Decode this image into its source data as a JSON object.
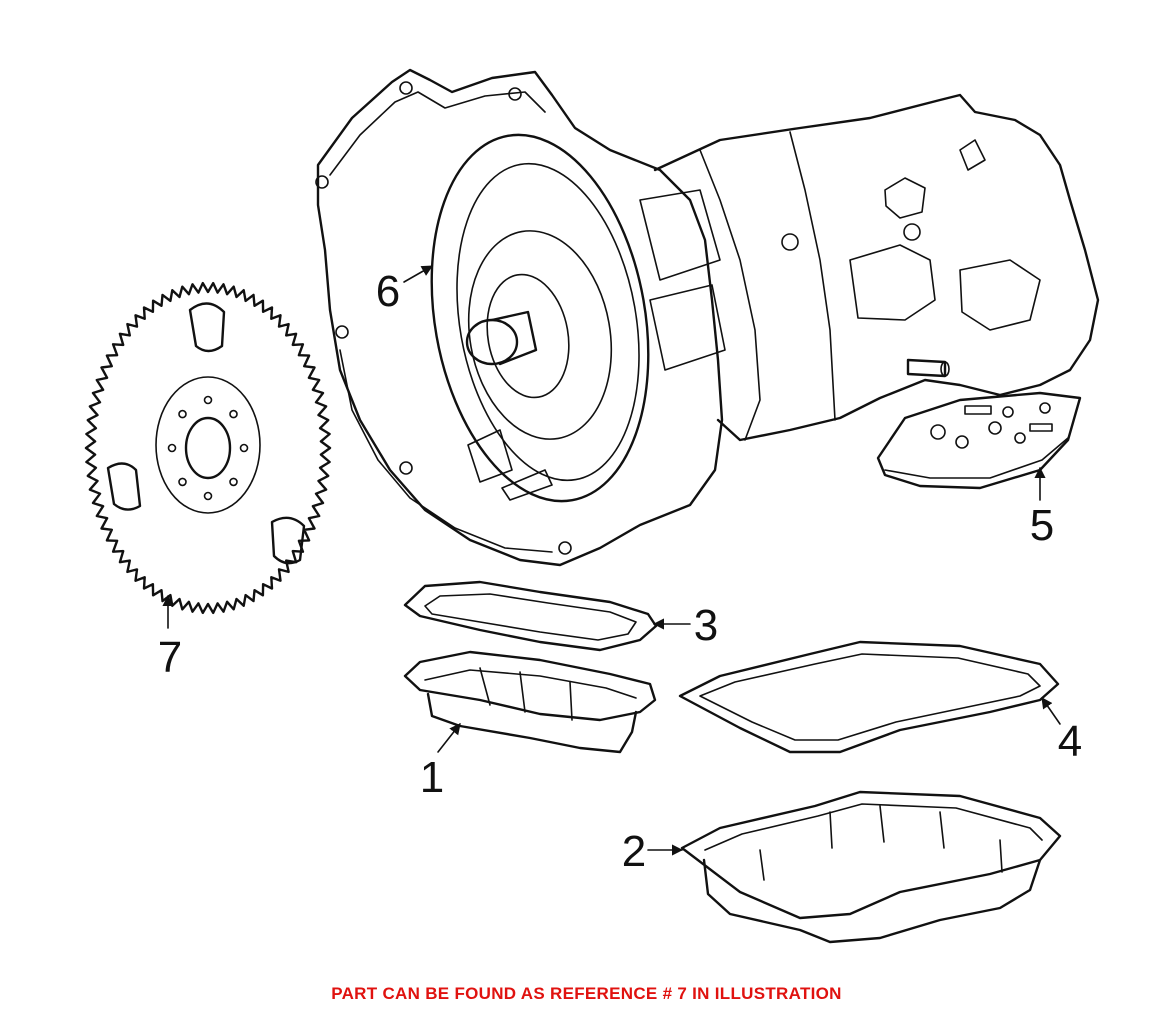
{
  "callouts": {
    "c1": "1",
    "c2": "2",
    "c3": "3",
    "c4": "4",
    "c5": "5",
    "c6": "6",
    "c7": "7"
  },
  "caption": "PART CAN BE FOUND AS REFERENCE # 7 IN ILLUSTRATION",
  "colors": {
    "caption": "#e0120f",
    "line": "#111111",
    "background": "#ffffff"
  }
}
